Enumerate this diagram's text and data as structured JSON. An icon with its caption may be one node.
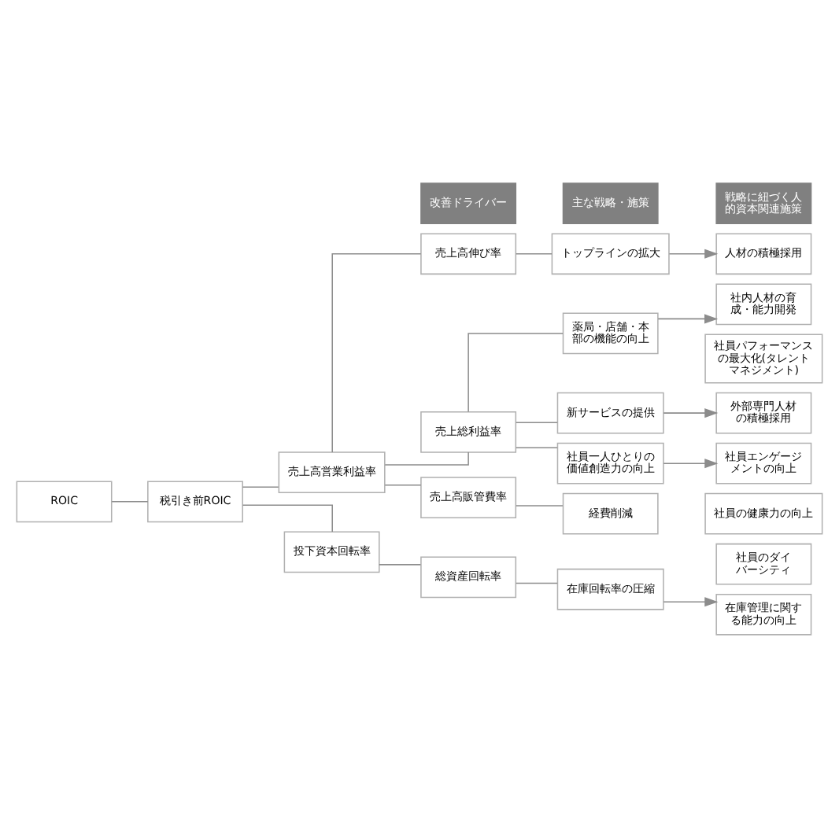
{
  "diagram": {
    "nodes": [
      {
        "text": [
          "改善ドライバー"
        ]
      },
      {
        "text": [
          "主な戦略・施策"
        ]
      },
      {
        "text": [
          "戦略に紐づく人的資本関連施策"
        ]
      },
      {
        "text": [
          "ROIC"
        ]
      },
      {
        "text": [
          "税引き前ROIC"
        ]
      },
      {
        "text": [
          "売上高営業利益率"
        ]
      },
      {
        "text": [
          "売上高伸び率"
        ]
      },
      {
        "text": [
          "トップラインの拡大"
        ]
      },
      {
        "text": [
          "人材の積極採用"
        ]
      },
      {
        "text": [
          "売上総利益率"
        ]
      },
      {
        "text": [
          "薬局・店舗・本部の機能の向上"
        ]
      },
      {
        "text": [
          "社内人材の育成・能力開発"
        ]
      },
      {
        "text": [
          "社員パフォーマンスの最大化(タレントマネジメント)"
        ]
      },
      {
        "text": [
          "新サービスの提供"
        ]
      },
      {
        "text": [
          "外部専門人材の積極採用"
        ]
      },
      {
        "text": [
          "社員一人ひとりの価値創造力の向上"
        ]
      },
      {
        "text": [
          "社員エンゲージメントの向上"
        ]
      },
      {
        "text": [
          "社員の健康力の向上"
        ]
      },
      {
        "text": [
          "社員のダイバーシティ"
        ]
      },
      {
        "text": [
          "売上高販管費率"
        ]
      },
      {
        "text": [
          "経費削減"
        ]
      },
      {
        "text": [
          "投下資本回転率"
        ]
      },
      {
        "text": [
          "総資産回転率"
        ]
      },
      {
        "text": [
          "在庫回転率の圧縮"
        ]
      },
      {
        "text": [
          "在庫管理に関する能力の向上"
        ]
      }
    ],
    "edges": [
      {
        "from": 3,
        "to": 4,
        "arrow": "none"
      },
      {
        "from": 4,
        "to": 5,
        "arrow": "none"
      },
      {
        "from": 4,
        "to": 21,
        "arrow": "none"
      },
      {
        "from": 5,
        "to": 6,
        "arrow": "none"
      },
      {
        "from": 5,
        "to": 9,
        "arrow": "none"
      },
      {
        "from": 5,
        "to": 19,
        "arrow": "none"
      },
      {
        "from": 6,
        "to": 7,
        "arrow": "none"
      },
      {
        "from": 7,
        "to": 8,
        "arrow": "to"
      },
      {
        "from": 9,
        "to": 10,
        "arrow": "none"
      },
      {
        "from": 9,
        "to": 13,
        "arrow": "none"
      },
      {
        "from": 9,
        "to": 15,
        "arrow": "none"
      },
      {
        "from": 10,
        "to": 11,
        "arrow": "to"
      },
      {
        "from": 13,
        "to": 14,
        "arrow": "to"
      },
      {
        "from": 15,
        "to": 16,
        "arrow": "to"
      },
      {
        "from": 19,
        "to": 20,
        "arrow": "none"
      },
      {
        "from": 21,
        "to": 22,
        "arrow": "none"
      },
      {
        "from": 22,
        "to": 23,
        "arrow": "none"
      },
      {
        "from": 23,
        "to": 24,
        "arrow": "to"
      }
    ]
  }
}
